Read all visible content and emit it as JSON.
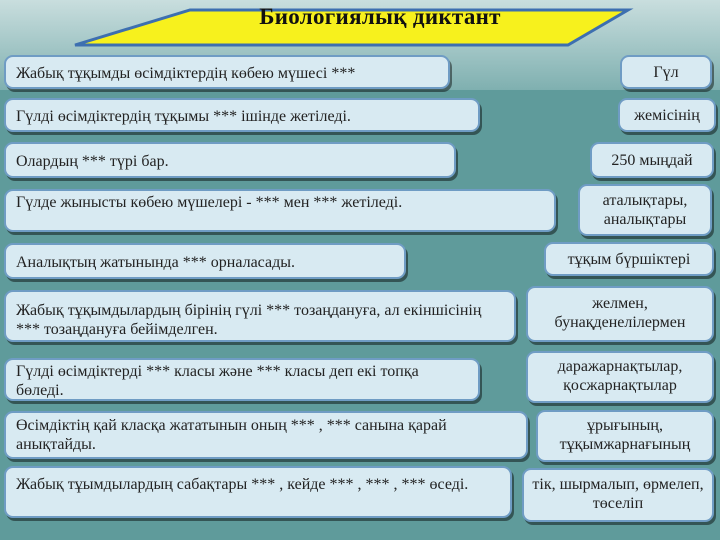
{
  "title": "Биологиялық диктант",
  "questions": [
    "Жабық тұқымды өсімдіктердің көбею мүшесі ***",
    "Гүлді өсімдіктердің тұқымы   ***   ішінде жетіледі.",
    "Олардың    ***   түрі бар.",
    "Гүлде жынысты көбею мүшелері  -    ***    мен    *** жетіледі.",
    "Аналықтың жатынында  ***  орналасады.",
    "Жабық тұқымдылардың бірінің гүлі   ***  тозаңдануға, ал екіншісінің ***  тозаңдануға бейімделген.",
    "Гүлді өсімдіктерді  ***  класы және   ***   класы деп екі топқа бөледі.",
    "Өсімдіктің қай класқа жататынын оның    ***    , *** санына қарай анықтайды.",
    "Жабық тұымдылардың сабақтары    ***  , кейде    ***   , ***   ,   ***   өседі."
  ],
  "answers": [
    "Гүл",
    "жемісінің",
    "250 мыңдай",
    "аталықтары, аналықтары",
    "тұқым бүршіктері",
    "желмен, бунақденелілермен",
    "даражарнақтылар, қосжарнақтылар",
    "ұрығының, тұқымжарнағының",
    "тік, шырмалып, өрмелеп, төселіп"
  ],
  "colors": {
    "background": "#5f9b9b",
    "box_fill": "#d8eaf2",
    "box_border": "#6f9cc4",
    "banner_fill": "#f7f11d",
    "banner_border": "#3d6fb0"
  }
}
